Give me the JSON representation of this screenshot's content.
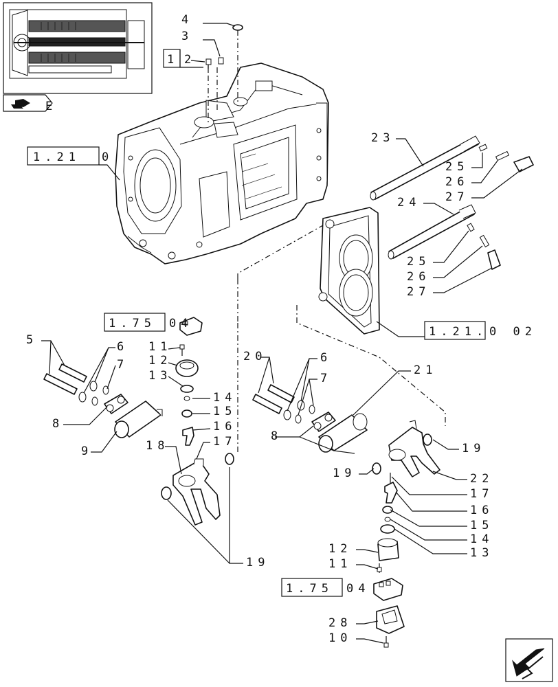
{
  "labels": {
    "l2": "2",
    "l3": "3",
    "l4": "4",
    "l5": "5",
    "l6a": "6",
    "l7a": "7",
    "l8a": "8",
    "l9": "9",
    "l11a": "11",
    "l12a": "12",
    "l13a": "13",
    "l14a": "14",
    "l15a": "15",
    "l16a": "16",
    "l17a": "17",
    "l18": "18",
    "l19a": "19",
    "l20": "20",
    "l6b": "6",
    "l7b": "7",
    "l8b": "8",
    "l21": "21",
    "l19b": "19",
    "l19c": "19",
    "l22": "22",
    "l17b": "17",
    "l16b": "16",
    "l15b": "15",
    "l14b": "14",
    "l13b": "13",
    "l12b": "12",
    "l11b": "11",
    "l28": "28",
    "l10": "10",
    "l23": "23",
    "l24": "24",
    "l25a": "25",
    "l26a": "26",
    "l27a": "27",
    "l25b": "25",
    "l26b": "26",
    "l27b": "27"
  },
  "references": {
    "ref1_box": "1",
    "ref1_21_0_box": "1.21",
    "ref1_21_0_suffix": "0",
    "ref1_75_04_top_box": "1.75",
    "ref1_75_04_top_suffix": "04",
    "ref1_21_0_02_box": "1.21.",
    "ref1_21_0_02_suffix": "0 02",
    "ref1_75_04_bot_box": "1.75",
    "ref1_75_04_bot_suffix": "04"
  },
  "corner_letter": "E",
  "icons": {
    "top_left": "page-back-icon",
    "bottom_right": "next-arrow-icon"
  }
}
